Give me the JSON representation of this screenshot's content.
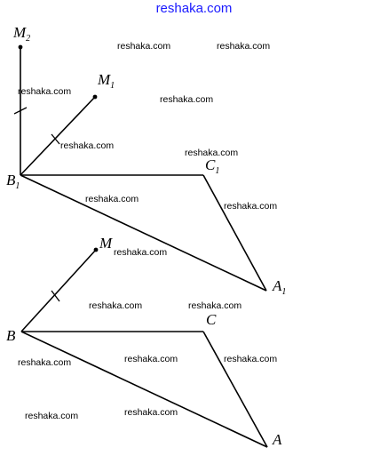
{
  "header": {
    "site": "reshaka.com"
  },
  "watermark_text": "reshaka.com",
  "labels": {
    "M2": {
      "main": "M",
      "sub": "2"
    },
    "M1": {
      "main": "M",
      "sub": "1"
    },
    "B1": {
      "main": "B",
      "sub": "1"
    },
    "C1": {
      "main": "C",
      "sub": "1"
    },
    "A1": {
      "main": "A",
      "sub": "1"
    },
    "M": {
      "main": "M"
    },
    "B": {
      "main": "B"
    },
    "C": {
      "main": "C"
    },
    "A": {
      "main": "A"
    }
  }
}
